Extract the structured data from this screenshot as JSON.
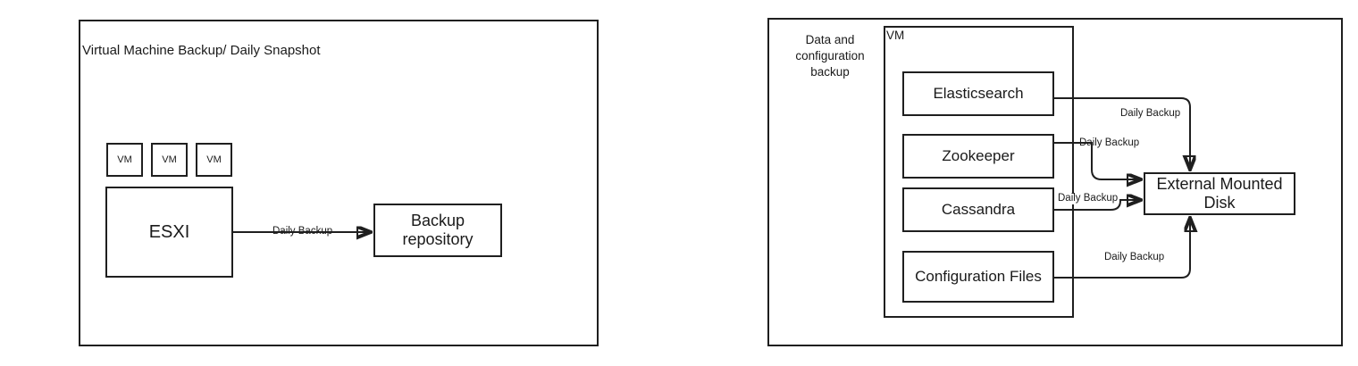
{
  "left_panel": {
    "title": "Virtual Machine Backup/ Daily Snapshot",
    "vm_boxes": [
      {
        "label": "VM"
      },
      {
        "label": "VM"
      },
      {
        "label": "VM"
      }
    ],
    "host": {
      "label": "ESXI"
    },
    "target": {
      "label": "Backup repository"
    },
    "edge_label": "Daily Backup"
  },
  "right_panel": {
    "side_label": "Data and configuration backup",
    "vm_container_label": "VM",
    "services": [
      {
        "label": "Elasticsearch",
        "edge_label": "Daily Backup"
      },
      {
        "label": "Zookeeper",
        "edge_label": "Daily Backup"
      },
      {
        "label": "Cassandra",
        "edge_label": "Daily Backup"
      },
      {
        "label": "Configuration Files",
        "edge_label": "Daily Backup"
      }
    ],
    "target": {
      "label": "External Mounted Disk"
    }
  },
  "style": {
    "stroke": "#1f1f1f",
    "background": "#ffffff",
    "text": "#1a1a1a"
  }
}
